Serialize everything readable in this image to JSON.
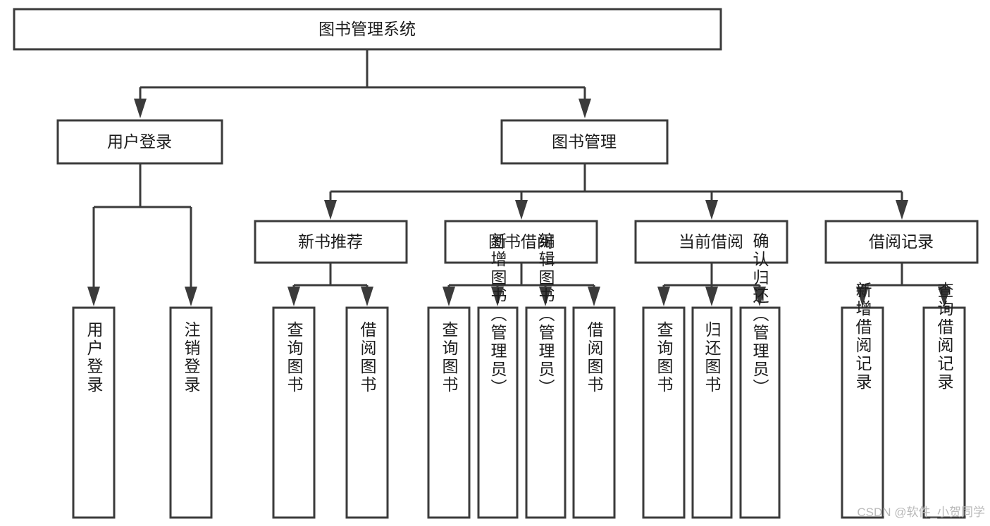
{
  "diagram": {
    "type": "hierarchy-tree",
    "title": "图书管理系统",
    "orientation": "top-down",
    "colors": {
      "box_fill": "#ffffff",
      "box_stroke": "#3b3b3b",
      "connector": "#3b3b3b",
      "text": "#1c1c1c",
      "background": "#ffffff",
      "watermark": "#b9b9b9"
    },
    "levels": {
      "root": {
        "label": "图书管理系统"
      },
      "level2": [
        {
          "id": "user-login",
          "label": "用户登录"
        },
        {
          "id": "book-management",
          "label": "图书管理"
        }
      ],
      "level3": [
        {
          "id": "new-book-recommend",
          "label": "新书推荐",
          "parent": "book-management"
        },
        {
          "id": "book-borrow",
          "label": "图书借阅",
          "parent": "book-management"
        },
        {
          "id": "current-borrow",
          "label": "当前借阅",
          "parent": "book-management"
        },
        {
          "id": "borrow-record",
          "label": "借阅记录",
          "parent": "book-management"
        }
      ],
      "leaves": [
        {
          "id": "leaf-user-login",
          "label": "用户登录",
          "parent": "user-login"
        },
        {
          "id": "leaf-logout",
          "label": "注销登录",
          "parent": "user-login"
        },
        {
          "id": "leaf-query-book-1",
          "label": "查询图书",
          "parent": "new-book-recommend"
        },
        {
          "id": "leaf-borrow-book-1",
          "label": "借阅图书",
          "parent": "new-book-recommend"
        },
        {
          "id": "leaf-query-book-2",
          "label": "查询图书",
          "parent": "book-borrow"
        },
        {
          "id": "leaf-add-book",
          "label": "新增图书（管理员）",
          "parent": "book-borrow"
        },
        {
          "id": "leaf-edit-book",
          "label": "编辑图书（管理员）",
          "parent": "book-borrow"
        },
        {
          "id": "leaf-borrow-book-2",
          "label": "借阅图书",
          "parent": "book-borrow"
        },
        {
          "id": "leaf-query-book-3",
          "label": "查询图书",
          "parent": "current-borrow"
        },
        {
          "id": "leaf-return-book",
          "label": "归还图书",
          "parent": "current-borrow"
        },
        {
          "id": "leaf-confirm-return",
          "label": "确认归还（管理员）",
          "parent": "current-borrow"
        },
        {
          "id": "leaf-add-record",
          "label": "新增借阅记录",
          "parent": "borrow-record"
        },
        {
          "id": "leaf-query-record",
          "label": "查询借阅记录",
          "parent": "borrow-record"
        }
      ]
    }
  },
  "watermark": {
    "text": "CSDN @软件_小贺同学"
  }
}
